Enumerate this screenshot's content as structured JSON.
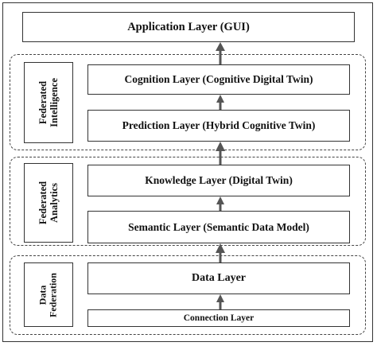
{
  "layers": {
    "application": "Application Layer (GUI)",
    "cognition": "Cognition Layer (Cognitive Digital Twin)",
    "prediction": "Prediction Layer (Hybrid Cognitive Twin)",
    "knowledge": "Knowledge Layer (Digital Twin)",
    "semantic": "Semantic Layer (Semantic Data Model)",
    "data": "Data Layer",
    "connection": "Connection Layer"
  },
  "groups": {
    "federated_intelligence": {
      "line1": "Federated",
      "line2": "Intelligence"
    },
    "federated_analytics": {
      "line1": "Federated",
      "line2": "Analytics"
    },
    "data_federation": {
      "line1": "Data",
      "line2": "Federation"
    }
  },
  "colors": {
    "line": "#333333",
    "arrow": "#555555"
  }
}
